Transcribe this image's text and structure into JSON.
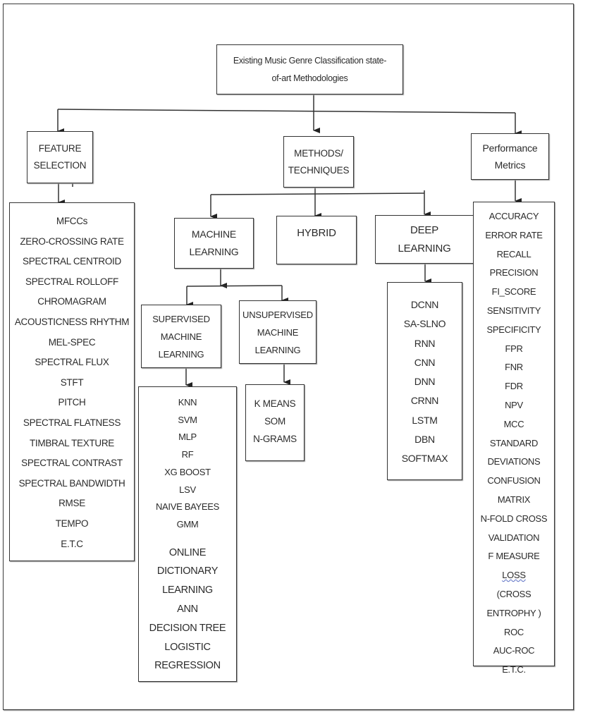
{
  "root": {
    "line1": "Existing Music Genre Classification state-",
    "line2": "of-art Methodologies"
  },
  "branches": {
    "feature_selection": {
      "line1": "FEATURE",
      "line2": "SELECTION"
    },
    "methods": {
      "line1": "METHODS/",
      "line2": "TECHNIQUES"
    },
    "performance": {
      "line1": "Performance",
      "line2": "Metrics"
    }
  },
  "methods_children": {
    "machine_learning": {
      "line1": "MACHINE",
      "line2": "LEARNING"
    },
    "hybrid": {
      "label": "HYBRID"
    },
    "deep_learning": {
      "line1": "DEEP",
      "line2": "LEARNING"
    }
  },
  "ml_children": {
    "supervised": {
      "line1": "SUPERVISED",
      "line2": "MACHINE",
      "line3": "LEARNING"
    },
    "unsupervised": {
      "line1": "UNSUPERVISED",
      "line2": "MACHINE",
      "line3": "LEARNING"
    }
  },
  "lists": {
    "features": [
      "MFCCs",
      "ZERO-CROSSING RATE",
      "SPECTRAL CENTROID",
      "SPECTRAL ROLLOFF",
      "CHROMAGRAM",
      "ACOUSTICNESS RHYTHM",
      "MEL-SPEC",
      "SPECTRAL FLUX",
      "STFT",
      "PITCH",
      "SPECTRAL FLATNESS",
      "TIMBRAL TEXTURE",
      "SPECTRAL CONTRAST",
      "SPECTRAL BANDWIDTH",
      "RMSE",
      "TEMPO",
      "E.T.C"
    ],
    "supervised_a": [
      "KNN",
      "SVM",
      "MLP",
      "RF",
      "XG BOOST",
      "LSV",
      "NAIVE BAYEES",
      "GMM"
    ],
    "supervised_b": [
      "ONLINE",
      "DICTIONARY",
      "LEARNING",
      "ANN",
      "DECISION TREE",
      "LOGISTIC",
      "REGRESSION"
    ],
    "unsupervised": [
      "K MEANS",
      "SOM",
      "N-GRAMS"
    ],
    "deep": [
      "DCNN",
      "SA-SLNO",
      "RNN",
      "CNN",
      "DNN",
      "CRNN",
      "LSTM",
      "DBN",
      "SOFTMAX"
    ],
    "metrics": [
      "ACCURACY",
      "ERROR RATE",
      "RECALL",
      "PRECISION",
      "FI_SCORE",
      "SENSITIVITY",
      "SPECIFICITY",
      "FPR",
      "FNR",
      "FDR",
      "NPV",
      "MCC",
      "STANDARD",
      "DEVIATIONS",
      "CONFUSION",
      "MATRIX",
      "N-FOLD CROSS",
      "VALIDATION",
      "F MEASURE"
    ],
    "metrics_loss_a": "LOSS",
    "metrics_loss_b": "(CROSS",
    "metrics_tail": [
      "ENTROPHY )",
      "ROC",
      "AUC-ROC",
      "E.T.C."
    ]
  }
}
